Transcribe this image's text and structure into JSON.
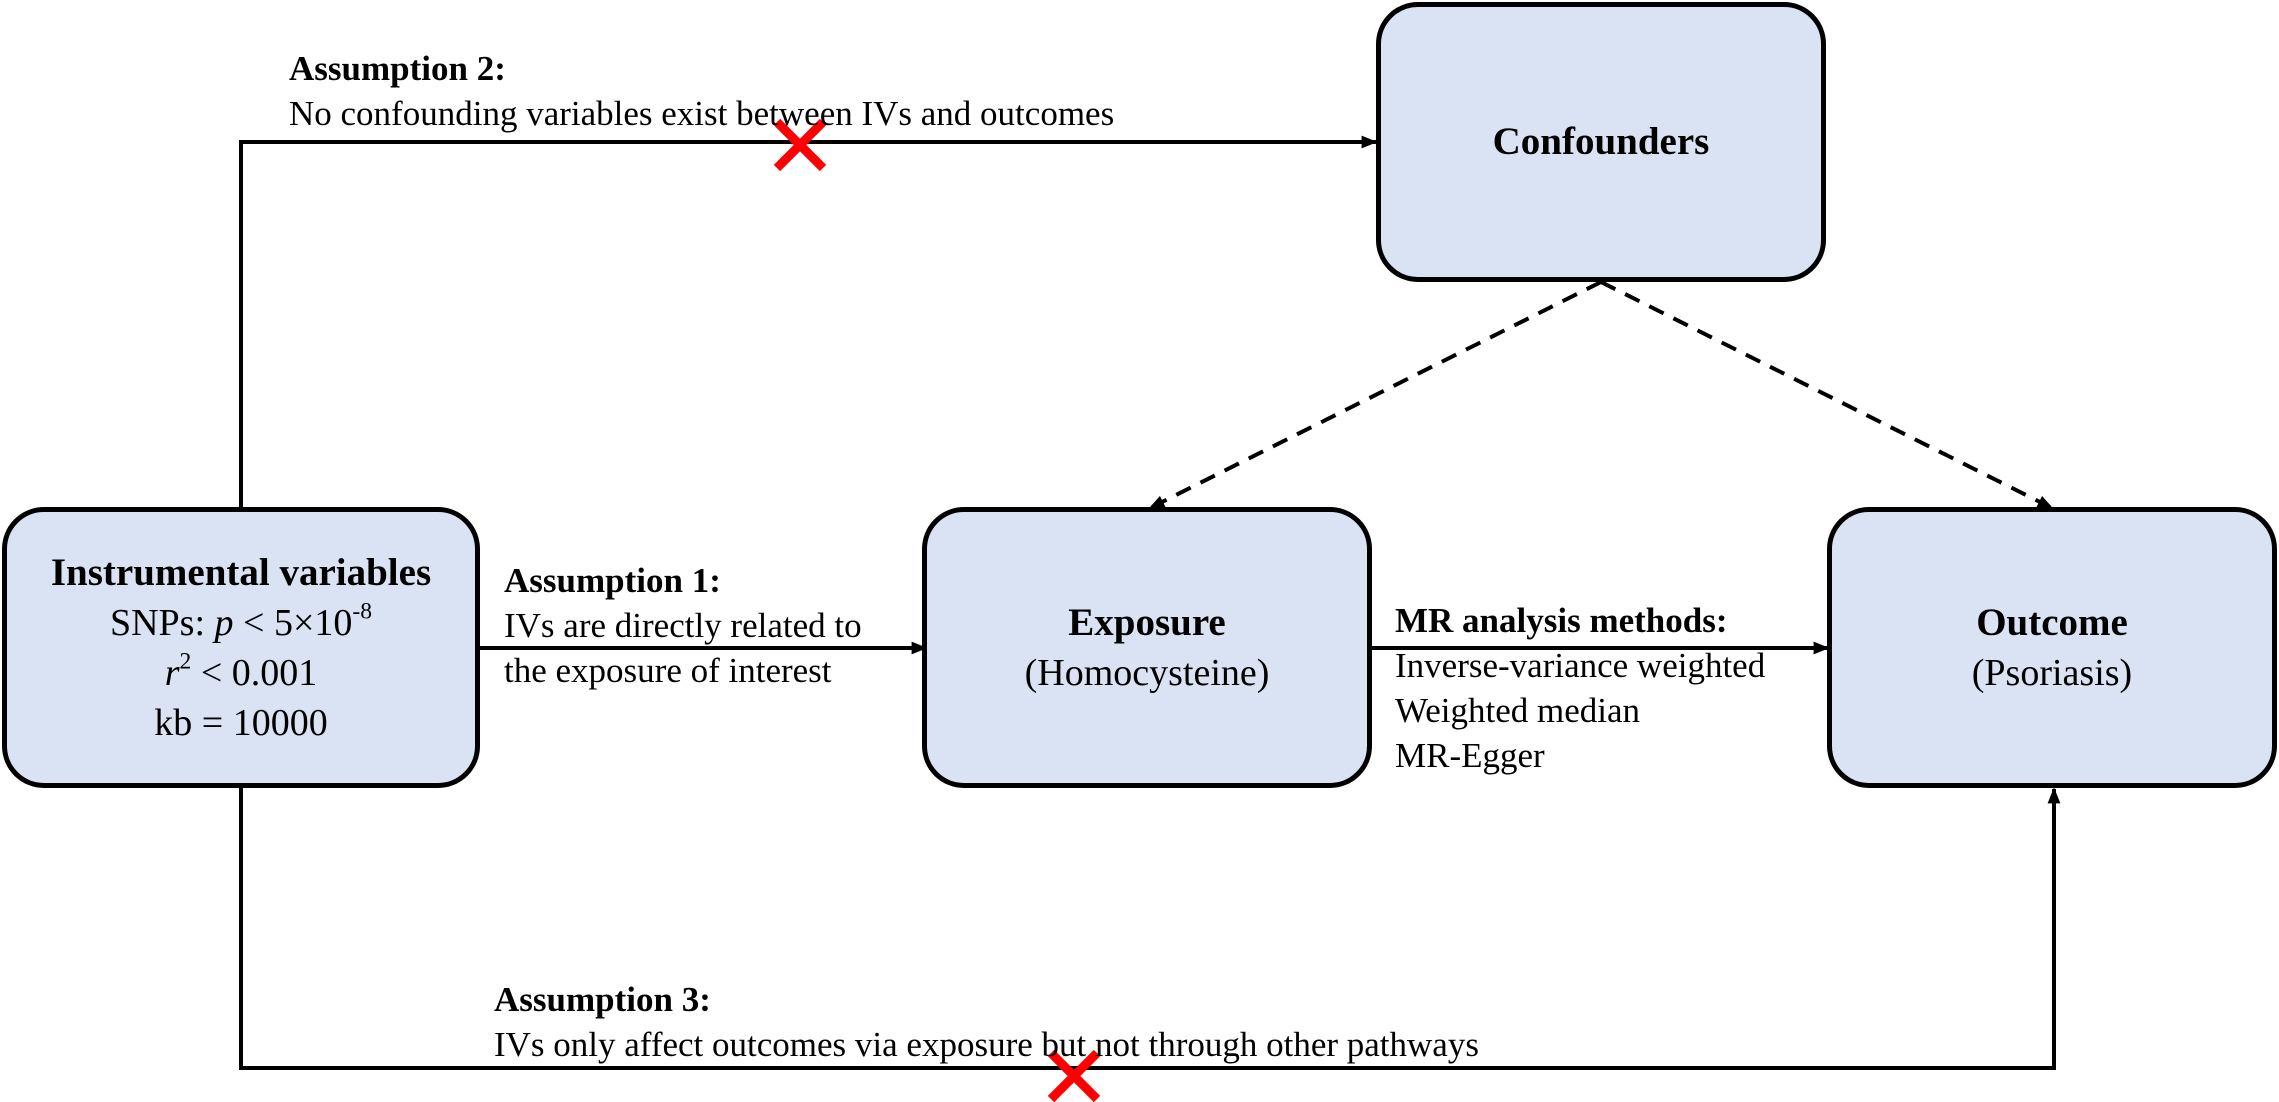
{
  "nodes": {
    "confounders": {
      "title": "Confounders"
    },
    "instrumental": {
      "title": "Instrumental variables",
      "snp_prefix": "SNPs: ",
      "snp_p": "p",
      "snp_threshold": " < 5×10",
      "snp_exp": "-8",
      "r_var": "r",
      "r_exp": "2",
      "r_threshold": " < 0.001",
      "kb": "kb = 10000"
    },
    "exposure": {
      "title": "Exposure",
      "subtitle": "(Homocysteine)"
    },
    "outcome": {
      "title": "Outcome",
      "subtitle": "(Psoriasis)"
    }
  },
  "assumptions": {
    "a1": {
      "head": "Assumption 1:",
      "lines": [
        "IVs are directly related to",
        "the exposure of interest"
      ]
    },
    "a2": {
      "head": "Assumption 2:",
      "line": "No confounding variables exist between IVs and outcomes"
    },
    "a3": {
      "head": "Assumption 3:",
      "line": "IVs only affect outcomes via exposure but not through other pathways"
    }
  },
  "mr_methods": {
    "head": "MR analysis methods:",
    "items": [
      "Inverse-variance weighted",
      "Weighted median",
      "MR-Egger"
    ]
  },
  "colors": {
    "box_fill": "#dae3f3",
    "stroke": "#000000",
    "cross": "#ff0000"
  },
  "icons": {
    "violation_marker": "cross-icon"
  }
}
